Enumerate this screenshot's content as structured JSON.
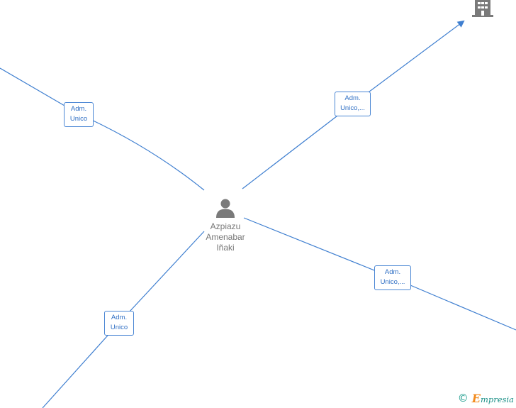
{
  "center_person": {
    "name_lines": [
      "Azpiazu",
      "Amenabar",
      "Iñaki"
    ],
    "icon": "person-icon"
  },
  "company": {
    "icon": "building-icon"
  },
  "relations": [
    {
      "id": "upper-left",
      "lines": [
        "Adm.",
        "Unico"
      ]
    },
    {
      "id": "upper-right",
      "lines": [
        "Adm.",
        "Unico,..."
      ]
    },
    {
      "id": "lower-right",
      "lines": [
        "Adm.",
        "Unico,..."
      ]
    },
    {
      "id": "lower-left",
      "lines": [
        "Adm.",
        "Unico"
      ]
    }
  ],
  "footer": {
    "copyright_symbol": "©",
    "brand_initial": "E",
    "brand_rest": "mpresia"
  },
  "colors": {
    "edge": "#3f7fd0",
    "label_text": "#2f6fc4",
    "node_icon": "#7a7a7a",
    "brand_teal": "#1a8f86",
    "brand_orange": "#f28b1e"
  }
}
